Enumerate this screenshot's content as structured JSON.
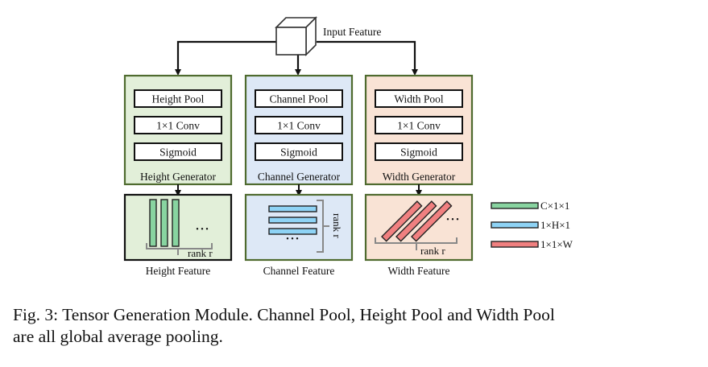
{
  "diagram": {
    "input": {
      "label": "Input Feature"
    },
    "generators": [
      {
        "id": "height",
        "title": "Height Generator",
        "steps": [
          "Height Pool",
          "1×1 Conv",
          "Sigmoid"
        ],
        "fill": "#e2efd9",
        "feature_label": "Height Feature",
        "rank_label": "rank r",
        "ellipsis": "• • •"
      },
      {
        "id": "channel",
        "title": "Channel Generator",
        "steps": [
          "Channel Pool",
          "1×1 Conv",
          "Sigmoid"
        ],
        "fill": "#dde8f6",
        "feature_label": "Channel Feature",
        "rank_label": "rank r",
        "ellipsis": "• • •"
      },
      {
        "id": "width",
        "title": "Width Generator",
        "steps": [
          "Width Pool",
          "1×1 Conv",
          "Sigmoid"
        ],
        "fill": "#f9e3d5",
        "feature_label": "Width Feature",
        "rank_label": "rank r",
        "ellipsis": "• • •"
      }
    ],
    "legend": [
      {
        "label": "C×1×1",
        "color": "#88d4a0"
      },
      {
        "label": "1×H×1",
        "color": "#8ed3f5"
      },
      {
        "label": "1×1×W",
        "color": "#f08080"
      }
    ],
    "colors": {
      "panel_border": "#4f6b2f",
      "stroke": "#111111"
    }
  },
  "caption": {
    "line1": "Fig. 3: Tensor Generation Module. Channel Pool, Height Pool and Width Pool",
    "line2": "are all global average pooling."
  }
}
